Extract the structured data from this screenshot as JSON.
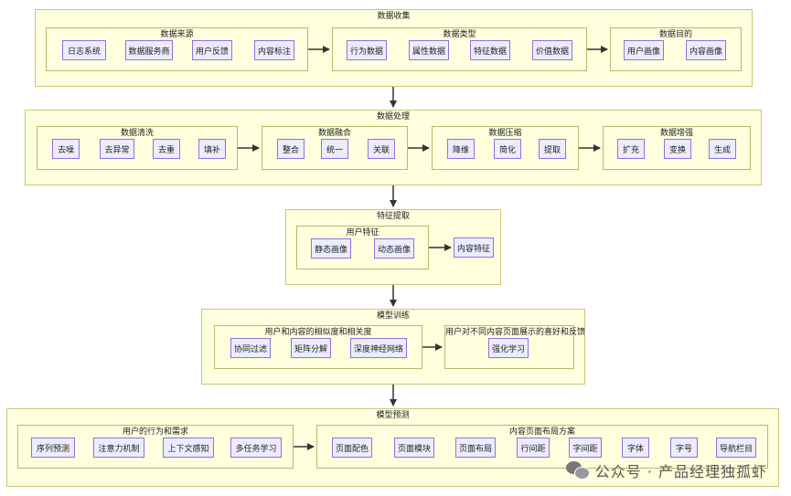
{
  "sections": [
    {
      "key": "collect",
      "title": "数据收集",
      "groups": [
        {
          "title": "数据来源",
          "nodes": [
            "日志系统",
            "数据服务商",
            "用户反馈",
            "内容标注"
          ]
        },
        {
          "title": "数据类型",
          "nodes": [
            "行为数据",
            "属性数据",
            "特征数据",
            "价值数据"
          ]
        },
        {
          "title": "数据目的",
          "nodes": [
            "用户画像",
            "内容画像"
          ]
        }
      ]
    },
    {
      "key": "process",
      "title": "数据处理",
      "groups": [
        {
          "title": "数据清洗",
          "nodes": [
            "去噪",
            "去异常",
            "去重",
            "填补"
          ]
        },
        {
          "title": "数据融合",
          "nodes": [
            "整合",
            "统一",
            "关联"
          ]
        },
        {
          "title": "数据压缩",
          "nodes": [
            "降维",
            "简化",
            "提取"
          ]
        },
        {
          "title": "数据增强",
          "nodes": [
            "扩充",
            "变换",
            "生成"
          ]
        }
      ]
    },
    {
      "key": "feature",
      "title": "特征提取",
      "groups": [
        {
          "title": "用户特征",
          "nodes": [
            "静态画像",
            "动态画像"
          ]
        }
      ],
      "extra_nodes": [
        "内容特征"
      ]
    },
    {
      "key": "train",
      "title": "模型训练",
      "groups": [
        {
          "title": "用户和内容的相似度和相关度",
          "nodes": [
            "协同过滤",
            "矩阵分解",
            "深度神经网络"
          ]
        },
        {
          "title": "用户对不同内容页面展示的喜好和反馈",
          "nodes": [
            "强化学习"
          ]
        }
      ]
    },
    {
      "key": "predict",
      "title": "模型预测",
      "groups": [
        {
          "title": "用户的行为和需求",
          "nodes": [
            "序列预测",
            "注意力机制",
            "上下文感知",
            "多任务学习"
          ]
        },
        {
          "title": "内容页面布局方案",
          "nodes": [
            "页面配色",
            "页面模块",
            "页面布局",
            "行间距",
            "字间距",
            "字体",
            "字号",
            "导航栏目"
          ]
        }
      ]
    }
  ],
  "watermark": {
    "text": "公众号 · 产品经理独孤虾"
  },
  "colors": {
    "cluster_fill": "#ffffde",
    "cluster_border": "#c8c87a",
    "node_fill": "#ececff",
    "node_border": "#9370db",
    "arrow": "#333333"
  }
}
